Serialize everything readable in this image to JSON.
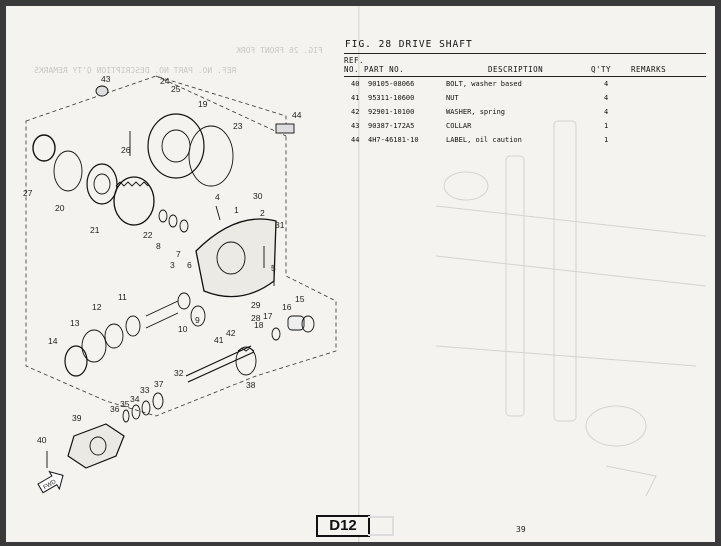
{
  "figure": {
    "title": "FIG. 28  DRIVE SHAFT"
  },
  "table": {
    "headers": {
      "ref": "REF.",
      "no": "NO.",
      "part_no": "PART NO.",
      "description": "DESCRIPTION",
      "qty": "Q'TY",
      "remarks": "REMARKS"
    },
    "rows": [
      {
        "ref": "40",
        "part_no": "90105-08066",
        "description": "BOLT, washer based",
        "qty": "4",
        "remarks": ""
      },
      {
        "ref": "41",
        "part_no": "95311-10600",
        "description": "NUT",
        "qty": "4",
        "remarks": ""
      },
      {
        "ref": "42",
        "part_no": "92901-10100",
        "description": "WASHER, spring",
        "qty": "4",
        "remarks": ""
      },
      {
        "ref": "43",
        "part_no": "90387-172A5",
        "description": "COLLAR",
        "qty": "1",
        "remarks": ""
      },
      {
        "ref": "44",
        "part_no": "4H7-46181-10",
        "description": "LABEL, oil caution",
        "qty": "1",
        "remarks": ""
      }
    ]
  },
  "callouts": [
    "1",
    "2",
    "3",
    "4",
    "5",
    "6",
    "7",
    "8",
    "9",
    "10",
    "11",
    "12",
    "13",
    "14",
    "15",
    "16",
    "17",
    "18",
    "19",
    "20",
    "21",
    "22",
    "23",
    "24",
    "25",
    "26",
    "27",
    "28",
    "29",
    "30",
    "31",
    "32",
    "33",
    "34",
    "35",
    "36",
    "37",
    "38",
    "39",
    "40",
    "41",
    "42",
    "43",
    "44"
  ],
  "badge": {
    "code": "D12",
    "page_number": "39",
    "icon": "front-arrow-icon",
    "arrow_text": "FWD"
  },
  "show_through_text": [
    "FIG. 26  FRONT FORK",
    "REF. NO.  PART NO.  DESCRIPTION  Q'TY  REMARKS"
  ]
}
